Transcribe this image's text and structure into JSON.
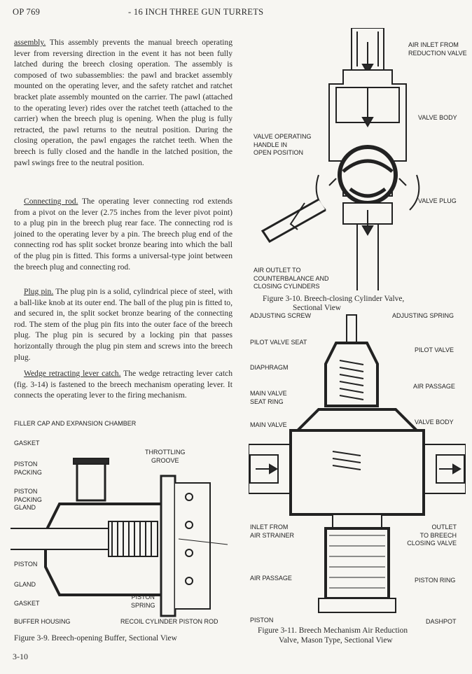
{
  "header": {
    "doc_id": "OP 769",
    "title": "- 16 INCH THREE GUN TURRETS"
  },
  "body": {
    "p1": {
      "lead": "assembly.",
      "text": " This assembly prevents the manual breech operating lever from reversing direction in the event it has not been fully latched during the breech closing operation. The assembly is composed of two subassemblies: the pawl and bracket assembly mounted on the operating lever, and the safety ratchet and ratchet bracket plate assembly mounted on the carrier. The pawl (attached to the operating lever) rides over the ratchet teeth (attached to the carrier) when the breech plug is opening. When the plug is fully retracted, the pawl returns to the neutral position. During the closing operation, the pawl engages the ratchet teeth. When the breech is fully closed and the handle in the latched position, the pawl swings free to the neutral position."
    },
    "p2": {
      "lead": "Connecting rod.",
      "text": " The operating lever connecting rod extends from a pivot on the lever (2.75 inches from the lever pivot point) to a plug pin in the breech plug rear face. The connecting rod is joined to the operating lever by a pin. The breech plug end of the connecting rod has split socket bronze bearing into which the ball of the plug pin is fitted. This forms a universal-type joint between the breech plug and connecting rod."
    },
    "p3": {
      "lead": "Plug pin.",
      "text": " The plug pin is a solid, cylindrical piece of steel, with a ball-like knob at its outer end. The ball of the plug pin is fitted to, and secured in, the split socket bronze bearing of the connecting rod. The stem of the plug pin fits into the outer face of the breech plug. The plug pin is secured by a locking pin that passes horizontally through the plug pin stem and screws into the breech plug."
    },
    "p4": {
      "lead": "Wedge retracting lever catch.",
      "text": " The wedge retracting lever catch (fig. 3-14) is fastened to the breech mechanism operating lever. It connects the operating lever to the firing mechanism."
    }
  },
  "fig_3_10": {
    "labels": {
      "air_inlet": "AIR INLET FROM\nREDUCTION VALVE",
      "valve_body": "VALVE BODY",
      "handle": "VALVE OPERATING\nHANDLE IN\nOPEN POSITION",
      "valve_plug": "VALVE PLUG",
      "air_outlet": "AIR OUTLET TO\nCOUNTERBALANCE AND\nCLOSING CYLINDERS"
    },
    "caption_1": "Figure 3-10.  Breech-closing Cylinder Valve,",
    "caption_2": "Sectional View"
  },
  "fig_3_11": {
    "labels": {
      "adjusting_screw": "ADJUSTING SCREW",
      "adjusting_spring": "ADJUSTING SPRING",
      "pilot_valve_seat": "PILOT VALVE SEAT",
      "pilot_valve": "PILOT VALVE",
      "diaphragm": "DIAPHRAGM",
      "air_passage_top": "AIR PASSAGE",
      "main_valve_seat_ring": "MAIN VALVE\nSEAT RING",
      "valve_body": "VALVE BODY",
      "main_valve": "MAIN VALVE",
      "inlet": "INLET FROM\nAIR STRAINER",
      "outlet": "OUTLET\nTO BREECH\nCLOSING VALVE",
      "air_passage_bottom": "AIR PASSAGE",
      "piston_ring": "PISTON RING",
      "piston": "PISTON",
      "dashpot": "DASHPOT"
    },
    "caption_1": "Figure 3-11.  Breech Mechanism Air Reduction",
    "caption_2": "Valve, Mason Type, Sectional View"
  },
  "fig_3_9": {
    "labels": {
      "filler_cap": "FILLER CAP AND EXPANSION CHAMBER",
      "gasket_top": "GASKET",
      "throttling_groove": "THROTTLING\nGROOVE",
      "piston_packing": "PISTON\nPACKING",
      "piston_packing_gland": "PISTON\nPACKING\nGLAND",
      "piston": "PISTON",
      "gland": "GLAND",
      "gasket_bottom": "GASKET",
      "piston_spring": "PISTON\nSPRING",
      "buffer_housing": "BUFFER HOUSING",
      "recoil_rod": "RECOIL CYLINDER PISTON ROD"
    },
    "caption": "Figure 3-9.  Breech-opening Buffer, Sectional View"
  },
  "footer": {
    "page_number": "3-10"
  }
}
